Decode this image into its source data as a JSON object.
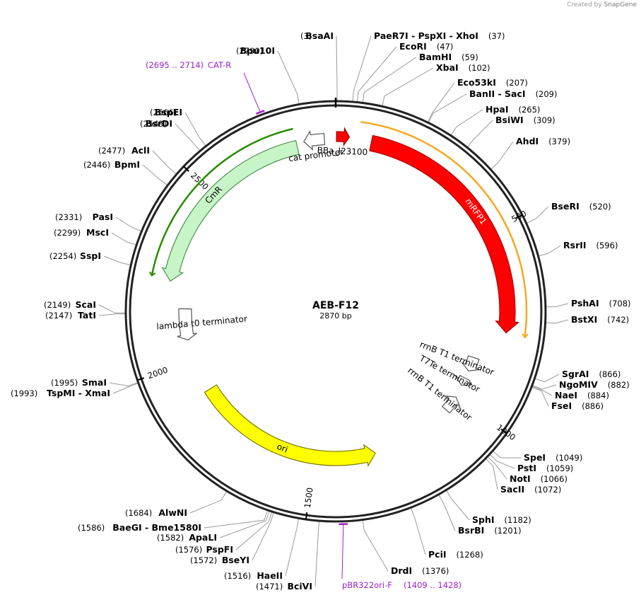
{
  "credit": {
    "prefix": "Created by",
    "brand": "SnapGene"
  },
  "plasmid": {
    "name": "AEB-F12",
    "size_label": "2870 bp",
    "length": 2870
  },
  "colors": {
    "red": "#ff0000",
    "orange": "#f7a823",
    "green_fill": "#c8f5c8",
    "green_line": "#2a8c00",
    "yellow": "#ffff00",
    "primer": "#9b1fd1"
  },
  "ticks": [
    {
      "label": "500",
      "pos": 500
    },
    {
      "label": "1000",
      "pos": 1000
    },
    {
      "label": "1500",
      "pos": 1500
    },
    {
      "label": "2000",
      "pos": 2000
    },
    {
      "label": "2500",
      "pos": 2500
    }
  ],
  "features": [
    {
      "name": "BBa_J23100",
      "start": 2,
      "end": 36,
      "type": "promoter-red"
    },
    {
      "name": "mRFP1",
      "start": 95,
      "end": 775,
      "type": "cds-red"
    },
    {
      "name": "rrnB T1 terminator",
      "start": 865,
      "end": 910,
      "type": "terminator"
    },
    {
      "name": "T7Te terminator",
      "start": 935,
      "end": 960,
      "type": "terminator"
    },
    {
      "name": "rrnB T1 terminator",
      "start": 1000,
      "end": 1050,
      "type": "terminator"
    },
    {
      "name": "ori",
      "start": 1310,
      "end": 1900,
      "type": "ori",
      "dir": "reverse"
    },
    {
      "name": "lambda t0 terminator",
      "start": 2065,
      "end": 2160,
      "type": "terminator"
    },
    {
      "name": "CmR",
      "start": 2235,
      "end": 2765,
      "type": "cds-green"
    },
    {
      "name": "cat promoter",
      "start": 2785,
      "end": 2840,
      "type": "promoter"
    }
  ],
  "arcs": [
    {
      "name": "orange-region",
      "start": 60,
      "end": 780
    },
    {
      "name": "green-region",
      "start": 2240,
      "end": 2765
    }
  ],
  "primers": [
    {
      "name": "CAT-R",
      "range": "(2695 .. 2714)",
      "start": 2695,
      "end": 2714
    },
    {
      "name": "pBR322ori-F",
      "range": "(1409 .. 1428)",
      "start": 1409,
      "end": 1428
    }
  ],
  "sites": [
    {
      "pos": 3,
      "pos_label": "(3)",
      "name": "BsaAI"
    },
    {
      "pos": 37,
      "pos_label": "(37)",
      "name": "PaeR7I - PspXI - XhoI"
    },
    {
      "pos": 47,
      "pos_label": "(47)",
      "name": "EcoRI"
    },
    {
      "pos": 59,
      "pos_label": "(59)",
      "name": "BamHI"
    },
    {
      "pos": 102,
      "pos_label": "(102)",
      "name": "XbaI"
    },
    {
      "pos": 207,
      "pos_label": "(207)",
      "name": "Eco53kI"
    },
    {
      "pos": 209,
      "pos_label": "(209)",
      "name": "BanII - SacI"
    },
    {
      "pos": 265,
      "pos_label": "(265)",
      "name": "HpaI"
    },
    {
      "pos": 309,
      "pos_label": "(309)",
      "name": "BsiWI"
    },
    {
      "pos": 379,
      "pos_label": "(379)",
      "name": "AhdI"
    },
    {
      "pos": 520,
      "pos_label": "(520)",
      "name": "BseRI"
    },
    {
      "pos": 596,
      "pos_label": "(596)",
      "name": "RsrII"
    },
    {
      "pos": 708,
      "pos_label": "(708)",
      "name": "PshAI"
    },
    {
      "pos": 742,
      "pos_label": "(742)",
      "name": "BstXI"
    },
    {
      "pos": 866,
      "pos_label": "(866)",
      "name": "SgrAI"
    },
    {
      "pos": 882,
      "pos_label": "(882)",
      "name": "NgoMIV"
    },
    {
      "pos": 884,
      "pos_label": "(884)",
      "name": "NaeI"
    },
    {
      "pos": 886,
      "pos_label": "(886)",
      "name": "FseI"
    },
    {
      "pos": 1049,
      "pos_label": "(1049)",
      "name": "SpeI"
    },
    {
      "pos": 1059,
      "pos_label": "(1059)",
      "name": "PstI"
    },
    {
      "pos": 1066,
      "pos_label": "(1066)",
      "name": "NotI"
    },
    {
      "pos": 1072,
      "pos_label": "(1072)",
      "name": "SacII"
    },
    {
      "pos": 1182,
      "pos_label": "(1182)",
      "name": "SphI"
    },
    {
      "pos": 1201,
      "pos_label": "(1201)",
      "name": "BsrBI"
    },
    {
      "pos": 1268,
      "pos_label": "(1268)",
      "name": "PciI"
    },
    {
      "pos": 1376,
      "pos_label": "(1376)",
      "name": "DrdI"
    },
    {
      "pos": 1471,
      "pos_label": "(1471)",
      "name": "BciVI"
    },
    {
      "pos": 1516,
      "pos_label": "(1516)",
      "name": "HaeII"
    },
    {
      "pos": 1572,
      "pos_label": "(1572)",
      "name": "BseYI"
    },
    {
      "pos": 1576,
      "pos_label": "(1576)",
      "name": "PspFI"
    },
    {
      "pos": 1582,
      "pos_label": "(1582)",
      "name": "ApaLI"
    },
    {
      "pos": 1586,
      "pos_label": "(1586)",
      "name": "BaeGI - Bme1580I"
    },
    {
      "pos": 1684,
      "pos_label": "(1684)",
      "name": "AlwNI"
    },
    {
      "pos": 1993,
      "pos_label": "(1993)",
      "name": "TspMI - XmaI"
    },
    {
      "pos": 1995,
      "pos_label": "(1995)",
      "name": "SmaI"
    },
    {
      "pos": 2147,
      "pos_label": "(2147)",
      "name": "TatI"
    },
    {
      "pos": 2149,
      "pos_label": "(2149)",
      "name": "ScaI"
    },
    {
      "pos": 2254,
      "pos_label": "(2254)",
      "name": "SspI"
    },
    {
      "pos": 2299,
      "pos_label": "(2299)",
      "name": "MscI"
    },
    {
      "pos": 2331,
      "pos_label": "(2331)",
      "name": "PasI"
    },
    {
      "pos": 2446,
      "pos_label": "(2446)",
      "name": "BpmI"
    },
    {
      "pos": 2477,
      "pos_label": "(2477)",
      "name": "AclI"
    },
    {
      "pos": 2549,
      "pos_label": "(2549)",
      "name": "BsrDI"
    },
    {
      "pos": 2566,
      "pos_label": "(2566)",
      "name": "BspEI"
    },
    {
      "pos": 2790,
      "pos_label": "(2790)",
      "name": "Bpu10I"
    }
  ]
}
